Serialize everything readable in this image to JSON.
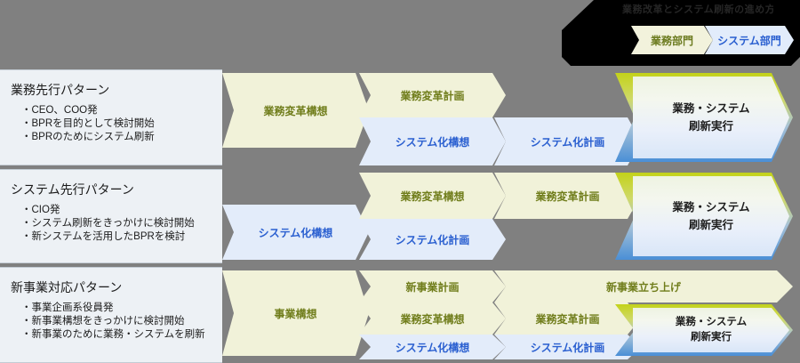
{
  "banner": {
    "title": "業務改革とシステム刷新の進め方",
    "legend": [
      {
        "label": "業務部門",
        "color": "#f2f2dc",
        "text_color": "#6b7a1e",
        "icon": "chevron-right-icon"
      },
      {
        "label": "システム部門",
        "color": "#e2ecfb",
        "text_color": "#2a5fd0",
        "icon": "chevron-right-icon"
      }
    ]
  },
  "colors": {
    "background": "#808080",
    "panel": "#edf1f5",
    "business": "#f1f2d9",
    "business_text": "#707d1b",
    "system": "#e3ecfa",
    "system_text": "#2a5fd0",
    "final_top_border": "#c3d21a",
    "final_bottom_border": "#4a8fd6"
  },
  "rows": [
    {
      "id": "business-first",
      "title": "業務先行パターン",
      "bullets": [
        "・CEO、COO発",
        "・BPRを目的として検討開始",
        "・BPRのためにシステム刷新"
      ],
      "steps": [
        {
          "label": "業務変革構想",
          "lane": "business"
        },
        {
          "label": "業務変革計画",
          "lane": "business"
        },
        {
          "label": "システム化構想",
          "lane": "system"
        },
        {
          "label": "システム化計画",
          "lane": "system"
        }
      ],
      "final": {
        "line1": "業務・システム",
        "line2": "刷新実行"
      }
    },
    {
      "id": "system-first",
      "title": "システム先行パターン",
      "bullets": [
        "・CIO発",
        "・システム刷新をきっかけに検討開始",
        "・新システムを活用したBPRを検討"
      ],
      "steps": [
        {
          "label": "システム化構想",
          "lane": "system"
        },
        {
          "label": "業務変革構想",
          "lane": "business"
        },
        {
          "label": "システム化計画",
          "lane": "system"
        },
        {
          "label": "業務変革計画",
          "lane": "business"
        }
      ],
      "final": {
        "line1": "業務・システム",
        "line2": "刷新実行"
      }
    },
    {
      "id": "new-business",
      "title": "新事業対応パターン",
      "bullets": [
        "・事業企画系役員発",
        "・新事業構想をきっかけに検討開始",
        "・新事業のために業務・システムを刷新"
      ],
      "steps": [
        {
          "label": "事業構想",
          "lane": "business"
        },
        {
          "label": "新事業計画",
          "lane": "business"
        },
        {
          "label": "業務変革構想",
          "lane": "business"
        },
        {
          "label": "システム化構想",
          "lane": "system"
        },
        {
          "label": "業務変革計画",
          "lane": "business"
        },
        {
          "label": "システム化計画",
          "lane": "system"
        },
        {
          "label": "新事業立ち上げ",
          "lane": "business"
        }
      ],
      "final": {
        "line1": "業務・システム",
        "line2": "刷新実行"
      }
    }
  ]
}
